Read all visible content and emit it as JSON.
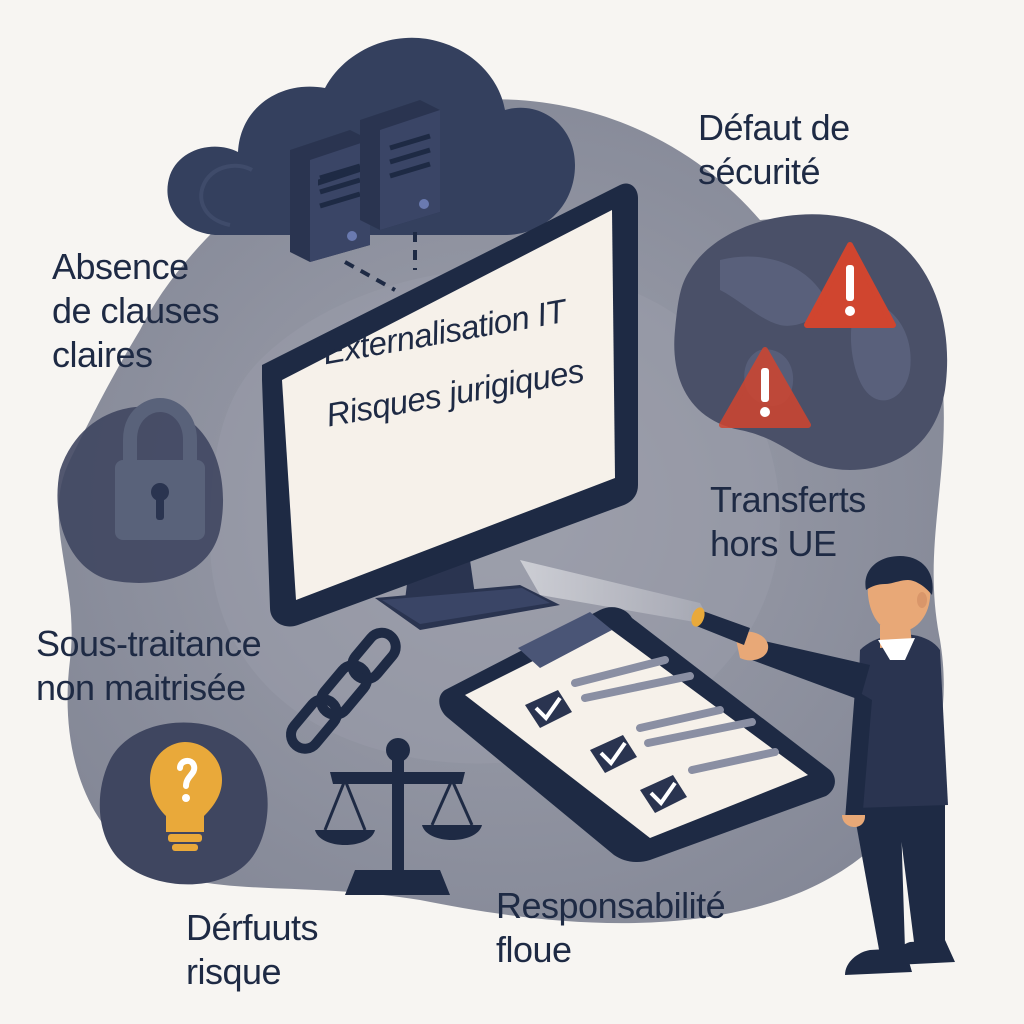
{
  "screen": {
    "line1": "Externalisation IT",
    "line2": "Risques jurigiques"
  },
  "labels": {
    "defaut_securite": [
      "Défaut de",
      "sécurité"
    ],
    "absence_clauses": [
      "Absence",
      "de clauses",
      "claires"
    ],
    "transferts": [
      "Transferts",
      "hors UE"
    ],
    "sous_traitance": [
      "Sous-traitance",
      "non maitrisée"
    ],
    "responsabilite": [
      "Responsabilité",
      "floue"
    ],
    "defauts_risque": [
      "Dérfuuts",
      "risque"
    ]
  },
  "icons": {
    "cloud": "cloud-icon",
    "servers": "server-icon",
    "monitor": "monitor-icon",
    "warning": "warning-icon",
    "globe": "globe-icon",
    "padlock": "padlock-icon",
    "chain": "chain-link-icon",
    "scales": "scales-of-justice-icon",
    "bulb": "lightbulb-icon",
    "clipboard": "checklist-clipboard-icon",
    "flashlight": "flashlight-icon",
    "person": "businessman-figure"
  },
  "colors": {
    "navy": "#1e2a44",
    "dark_cloud": "#34405e",
    "slate": "#59627a",
    "blob": "#8a8e9c",
    "warning_red": "#d0452f",
    "bulb_yellow": "#e9a93a",
    "screen": "#f6f1ea"
  }
}
